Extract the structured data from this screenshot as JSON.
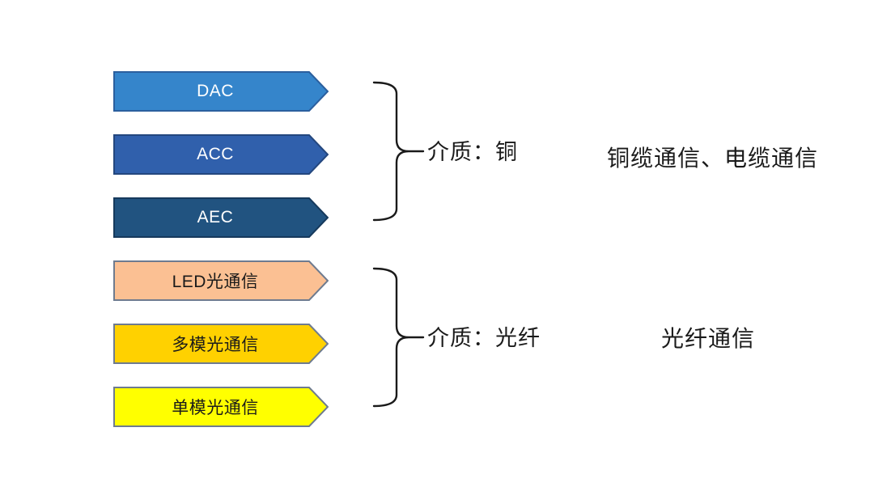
{
  "diagram": {
    "background": "#ffffff",
    "brace_color": "#1a1a1a",
    "label_text_color": "#1a1a1a"
  },
  "groups": [
    {
      "name": "copper-medium-group",
      "brace_label": "介质：铜",
      "category_label": "铜缆通信、电缆通信",
      "items": [
        {
          "label": "DAC",
          "fill": "#3585CB",
          "border": "#2B5F9E",
          "text_color": "#ffffff"
        },
        {
          "label": "ACC",
          "fill": "#3060AC",
          "border": "#24477E",
          "text_color": "#ffffff"
        },
        {
          "label": "AEC",
          "fill": "#215380",
          "border": "#16395C",
          "text_color": "#ffffff"
        }
      ]
    },
    {
      "name": "fiber-medium-group",
      "brace_label": "介质：光纤",
      "category_label": "光纤通信",
      "items": [
        {
          "label": "LED光通信",
          "fill": "#FBC093",
          "border": "#6E7B8F",
          "text_color": "#1a1a1a"
        },
        {
          "label": "多模光通信",
          "fill": "#FFD100",
          "border": "#6E7B8F",
          "text_color": "#1a1a1a"
        },
        {
          "label": "单模光通信",
          "fill": "#FFFF00",
          "border": "#6E7B8F",
          "text_color": "#1a1a1a"
        }
      ]
    }
  ]
}
